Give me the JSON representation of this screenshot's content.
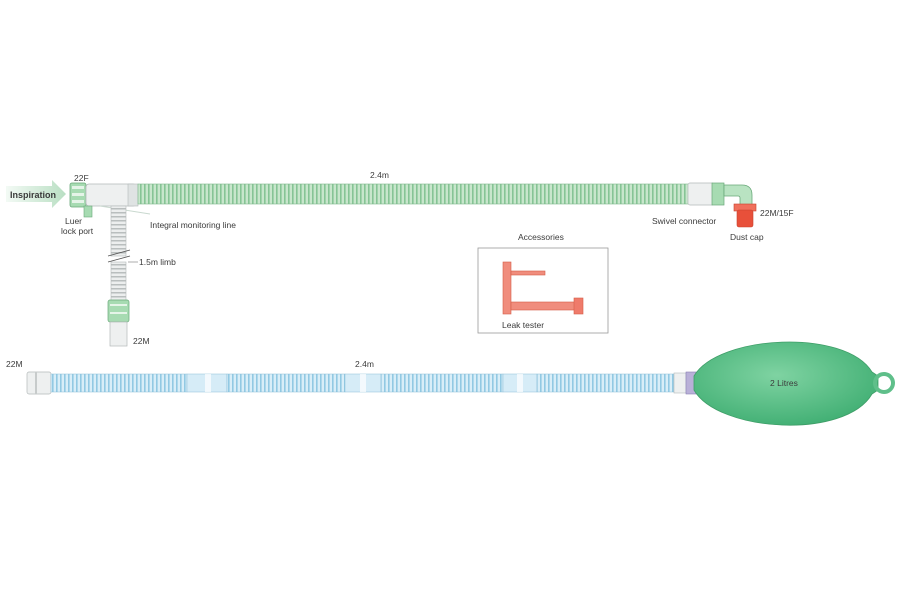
{
  "upper_circuit": {
    "inspiration_label": "Inspiration",
    "connector_top_label": "22F",
    "luer_label_line1": "Luer",
    "luer_label_line2": "lock port",
    "main_length_label": "2.4m",
    "monitoring_line_label": "Integral monitoring line",
    "limb_label": "1.5m limb",
    "limb_connector_label": "22M",
    "swivel_label": "Swivel connector",
    "swivel_spec_label": "22M/15F",
    "dust_cap_label": "Dust cap"
  },
  "accessories": {
    "title": "Accessories",
    "item_label": "Leak tester"
  },
  "lower_circuit": {
    "connector_label": "22M",
    "length_label": "2.4m",
    "bag_label": "2 Litres"
  },
  "colors": {
    "green_tube": "#b9dfbf",
    "green_rib": "#7fbf8e",
    "blue_tube": "#cfe8f4",
    "blue_rib": "#8cc4e0",
    "bag": "#5fbf8a",
    "accessory": "#ef7b6b",
    "dust_cap": "#e8503a"
  }
}
